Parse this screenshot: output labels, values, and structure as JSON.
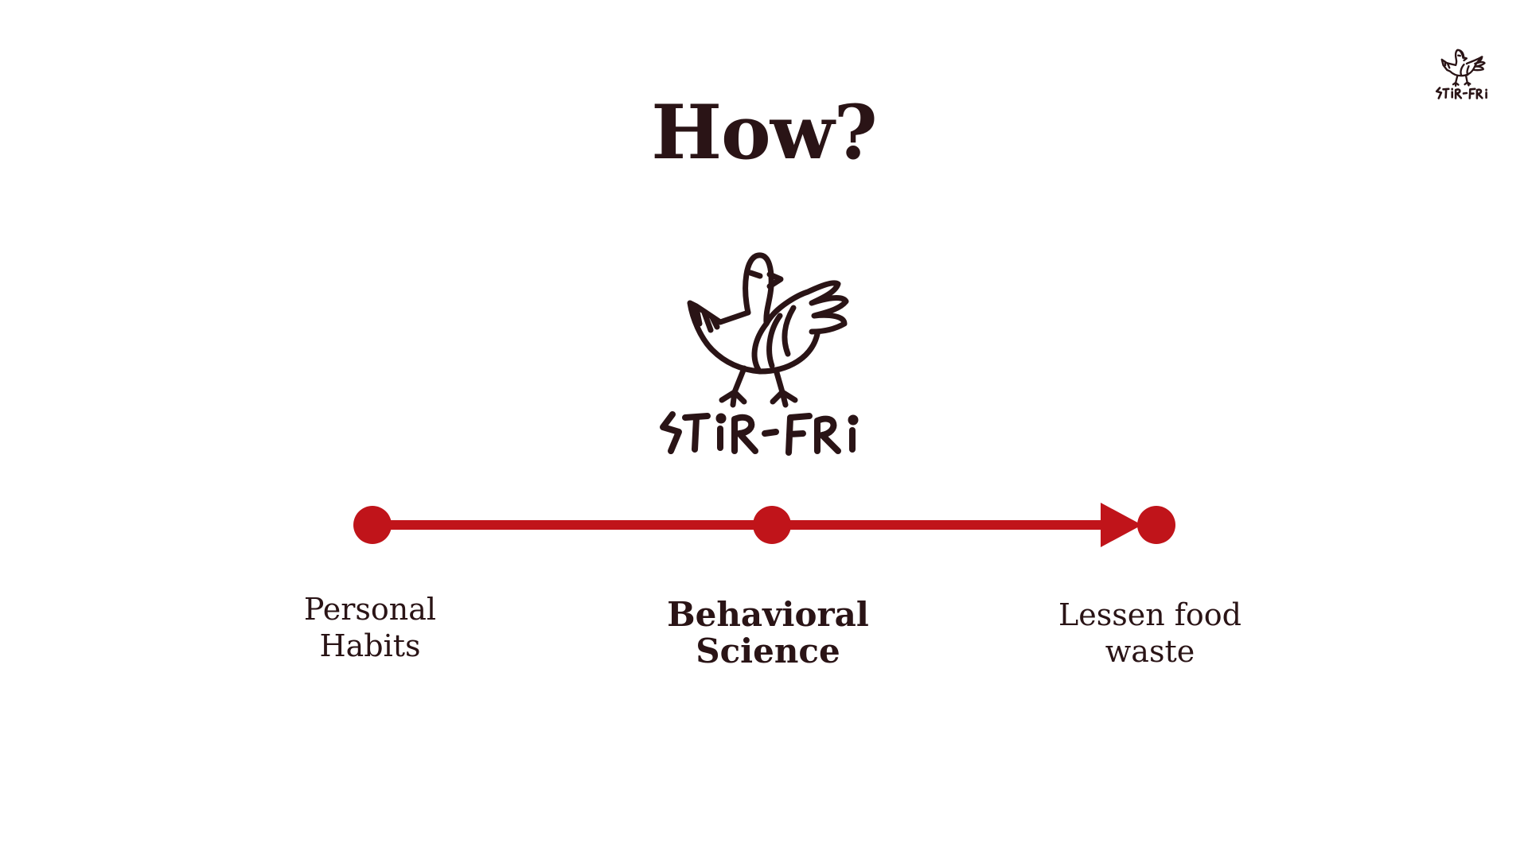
{
  "title": "How?",
  "brand": {
    "logo_text": "STIR-FRI",
    "icon": "pigeon-icon"
  },
  "colors": {
    "accent": "#c0141a",
    "text": "#2a1416",
    "background": "#ffffff"
  },
  "timeline": {
    "direction": "left-to-right",
    "steps": [
      {
        "lines": [
          "Personal",
          "Habits"
        ],
        "emphasis": false
      },
      {
        "lines": [
          "Behavioral",
          "Science"
        ],
        "emphasis": true
      },
      {
        "lines": [
          "Lessen food",
          "waste"
        ],
        "emphasis": false
      }
    ]
  }
}
